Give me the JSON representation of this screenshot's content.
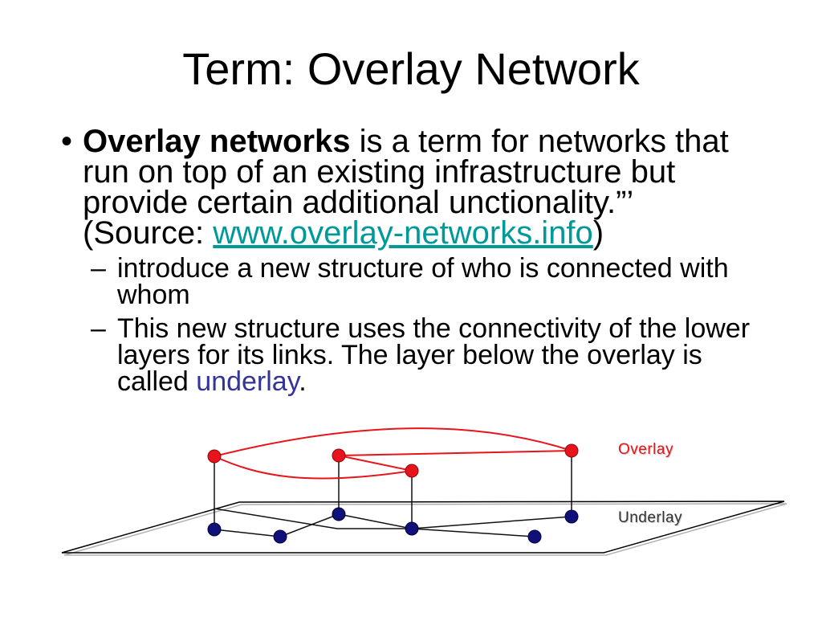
{
  "slide": {
    "title": "Term: Overlay Network",
    "bullet": {
      "marker": "•",
      "term": "Overlay networks",
      "lines": [
        " is a term for networks that",
        "run on top of an existing infrastructure but",
        "provide certain additional unctionality.”’"
      ],
      "source_prefix": "(Source: ",
      "source_link": "www.overlay-networks.info",
      "source_suffix": ")"
    },
    "sub_bullets": [
      {
        "marker": "–",
        "lines": [
          "introduce a new structure of who is connected with",
          "whom"
        ]
      },
      {
        "marker": "–",
        "lines": [
          "This new structure uses the connectivity of the lower",
          "layers for its links. The layer below the overlay is"
        ],
        "last_line_prefix": "called ",
        "highlight": "underlay",
        "last_line_suffix": "."
      }
    ]
  },
  "diagram": {
    "overlay_label": "Overlay",
    "underlay_label": "Underlay"
  },
  "colors": {
    "background": "#ffffff",
    "text": "#000000",
    "link": "#009999",
    "highlight": "#333399",
    "overlay_red": "#e8141b",
    "underlay_node": "#10107a",
    "underlay_line": "#111111",
    "underlay_label": "#333333"
  }
}
